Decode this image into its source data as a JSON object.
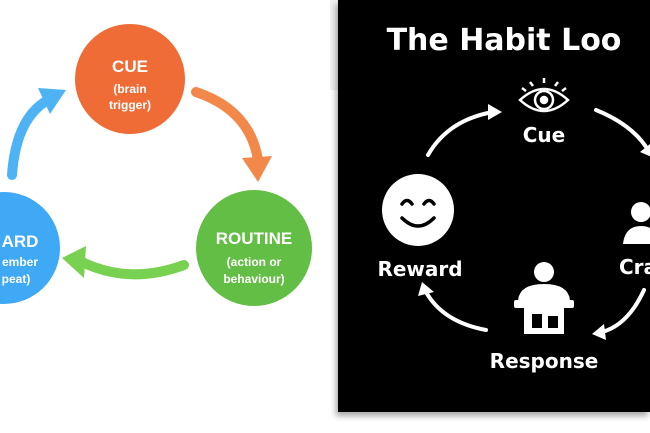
{
  "left_diagram": {
    "cue": {
      "title": "CUE",
      "line1": "(brain",
      "line2": "trigger)"
    },
    "routine": {
      "title": "ROUTINE",
      "line1": "(action or",
      "line2": "behaviour)"
    },
    "reward": {
      "title": "ARD",
      "line1": "ember",
      "line2": "peat)"
    },
    "colors": {
      "cue": "#ef6c37",
      "routine": "#63be45",
      "reward": "#3fa9f5",
      "arrow_cue_routine": "#f2884a",
      "arrow_routine_reward": "#79d152",
      "arrow_reward_cue": "#4db3f5"
    }
  },
  "right_diagram": {
    "title": "The Habit Loo",
    "labels": {
      "cue": "Cue",
      "craving": "Cra",
      "response": "Response",
      "reward": "Reward"
    },
    "icons": [
      "eye-icon",
      "person-icon",
      "person-at-desk-icon",
      "smiley-icon"
    ]
  }
}
